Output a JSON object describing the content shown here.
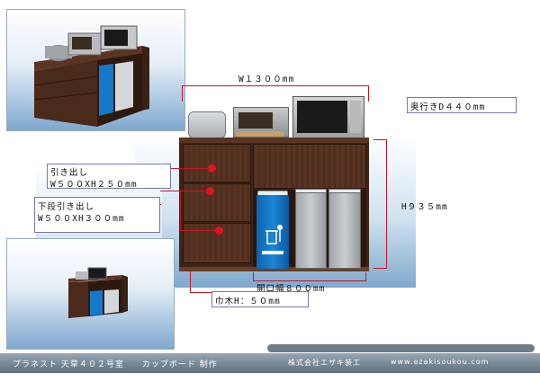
{
  "dimensions": {
    "width": "W１３００mm",
    "depth": "奥行きD４４０mm",
    "height": "H９３５mm",
    "opening": "開口幅８００mm",
    "plinth": "巾木H：５０mm"
  },
  "drawers": {
    "upper_title": "引き出し",
    "upper_size": "W５００XH２５０mm",
    "lower_title": "下段引き出し",
    "lower_size": "W５００XH３００mm"
  },
  "footer": {
    "project": "プラネスト 天草４０２号室　　カップボード 制作",
    "company": "株式会社エザキ装工",
    "url": "www.ezakisoukou.com"
  },
  "colors": {
    "dimension_line": "#c0182a",
    "cabinet_wood": "#4d2d1d",
    "footer_bar": "#6f7f8c"
  }
}
